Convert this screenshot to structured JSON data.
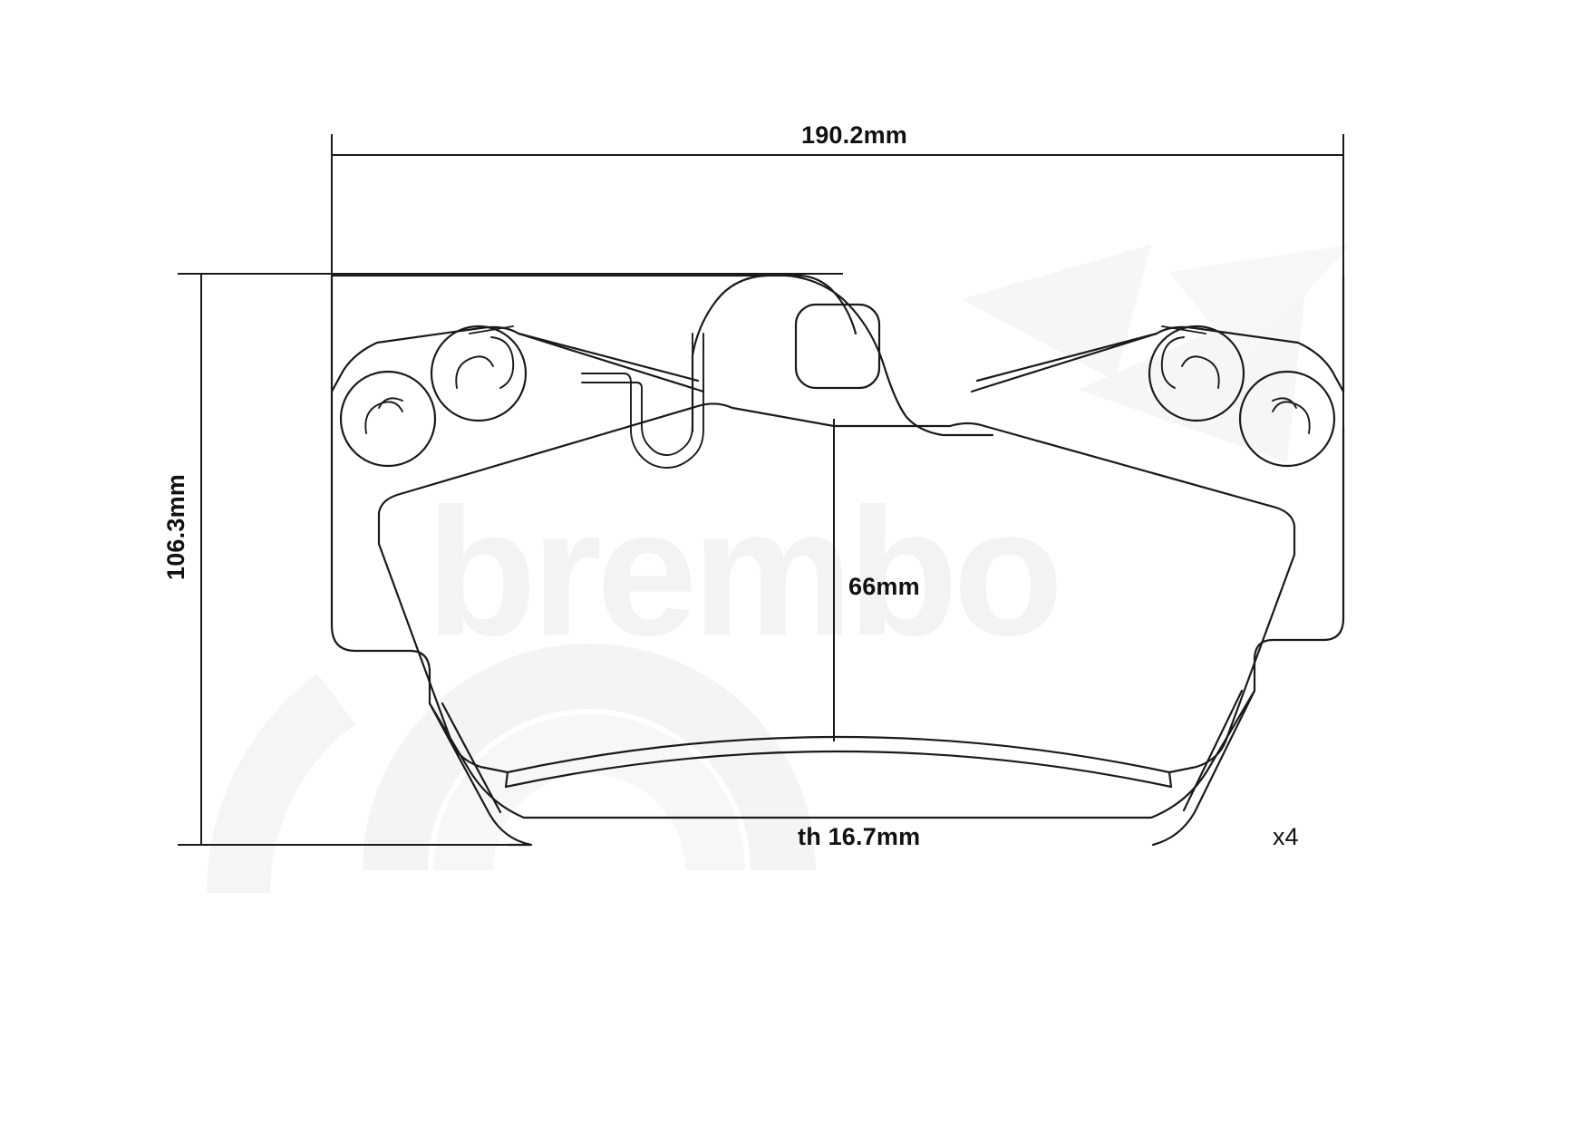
{
  "document": {
    "type": "technical-drawing",
    "subject": "brake-pad-set",
    "background_color": "#ffffff",
    "line_color": "#1a1a1a",
    "watermark_color": "#f3f3f3"
  },
  "watermark": {
    "brand_text": "brembo",
    "visible": true
  },
  "dimensions": {
    "width": {
      "label": "190.2mm",
      "orientation": "horizontal",
      "position": "top"
    },
    "height": {
      "label": "106.3mm",
      "orientation": "vertical",
      "position": "left"
    },
    "friction_height": {
      "label": "66mm",
      "orientation": "vertical",
      "position": "center"
    },
    "thickness": {
      "label": "th 16.7mm",
      "orientation": "horizontal",
      "position": "bottom-center"
    }
  },
  "quantity": {
    "label": "x4"
  },
  "part": {
    "name": "brake-pad",
    "features": [
      "backing-plate",
      "friction-material",
      "left-spring-ears",
      "right-spring-ears",
      "center-hump",
      "center-square-hole",
      "center-notch"
    ]
  }
}
